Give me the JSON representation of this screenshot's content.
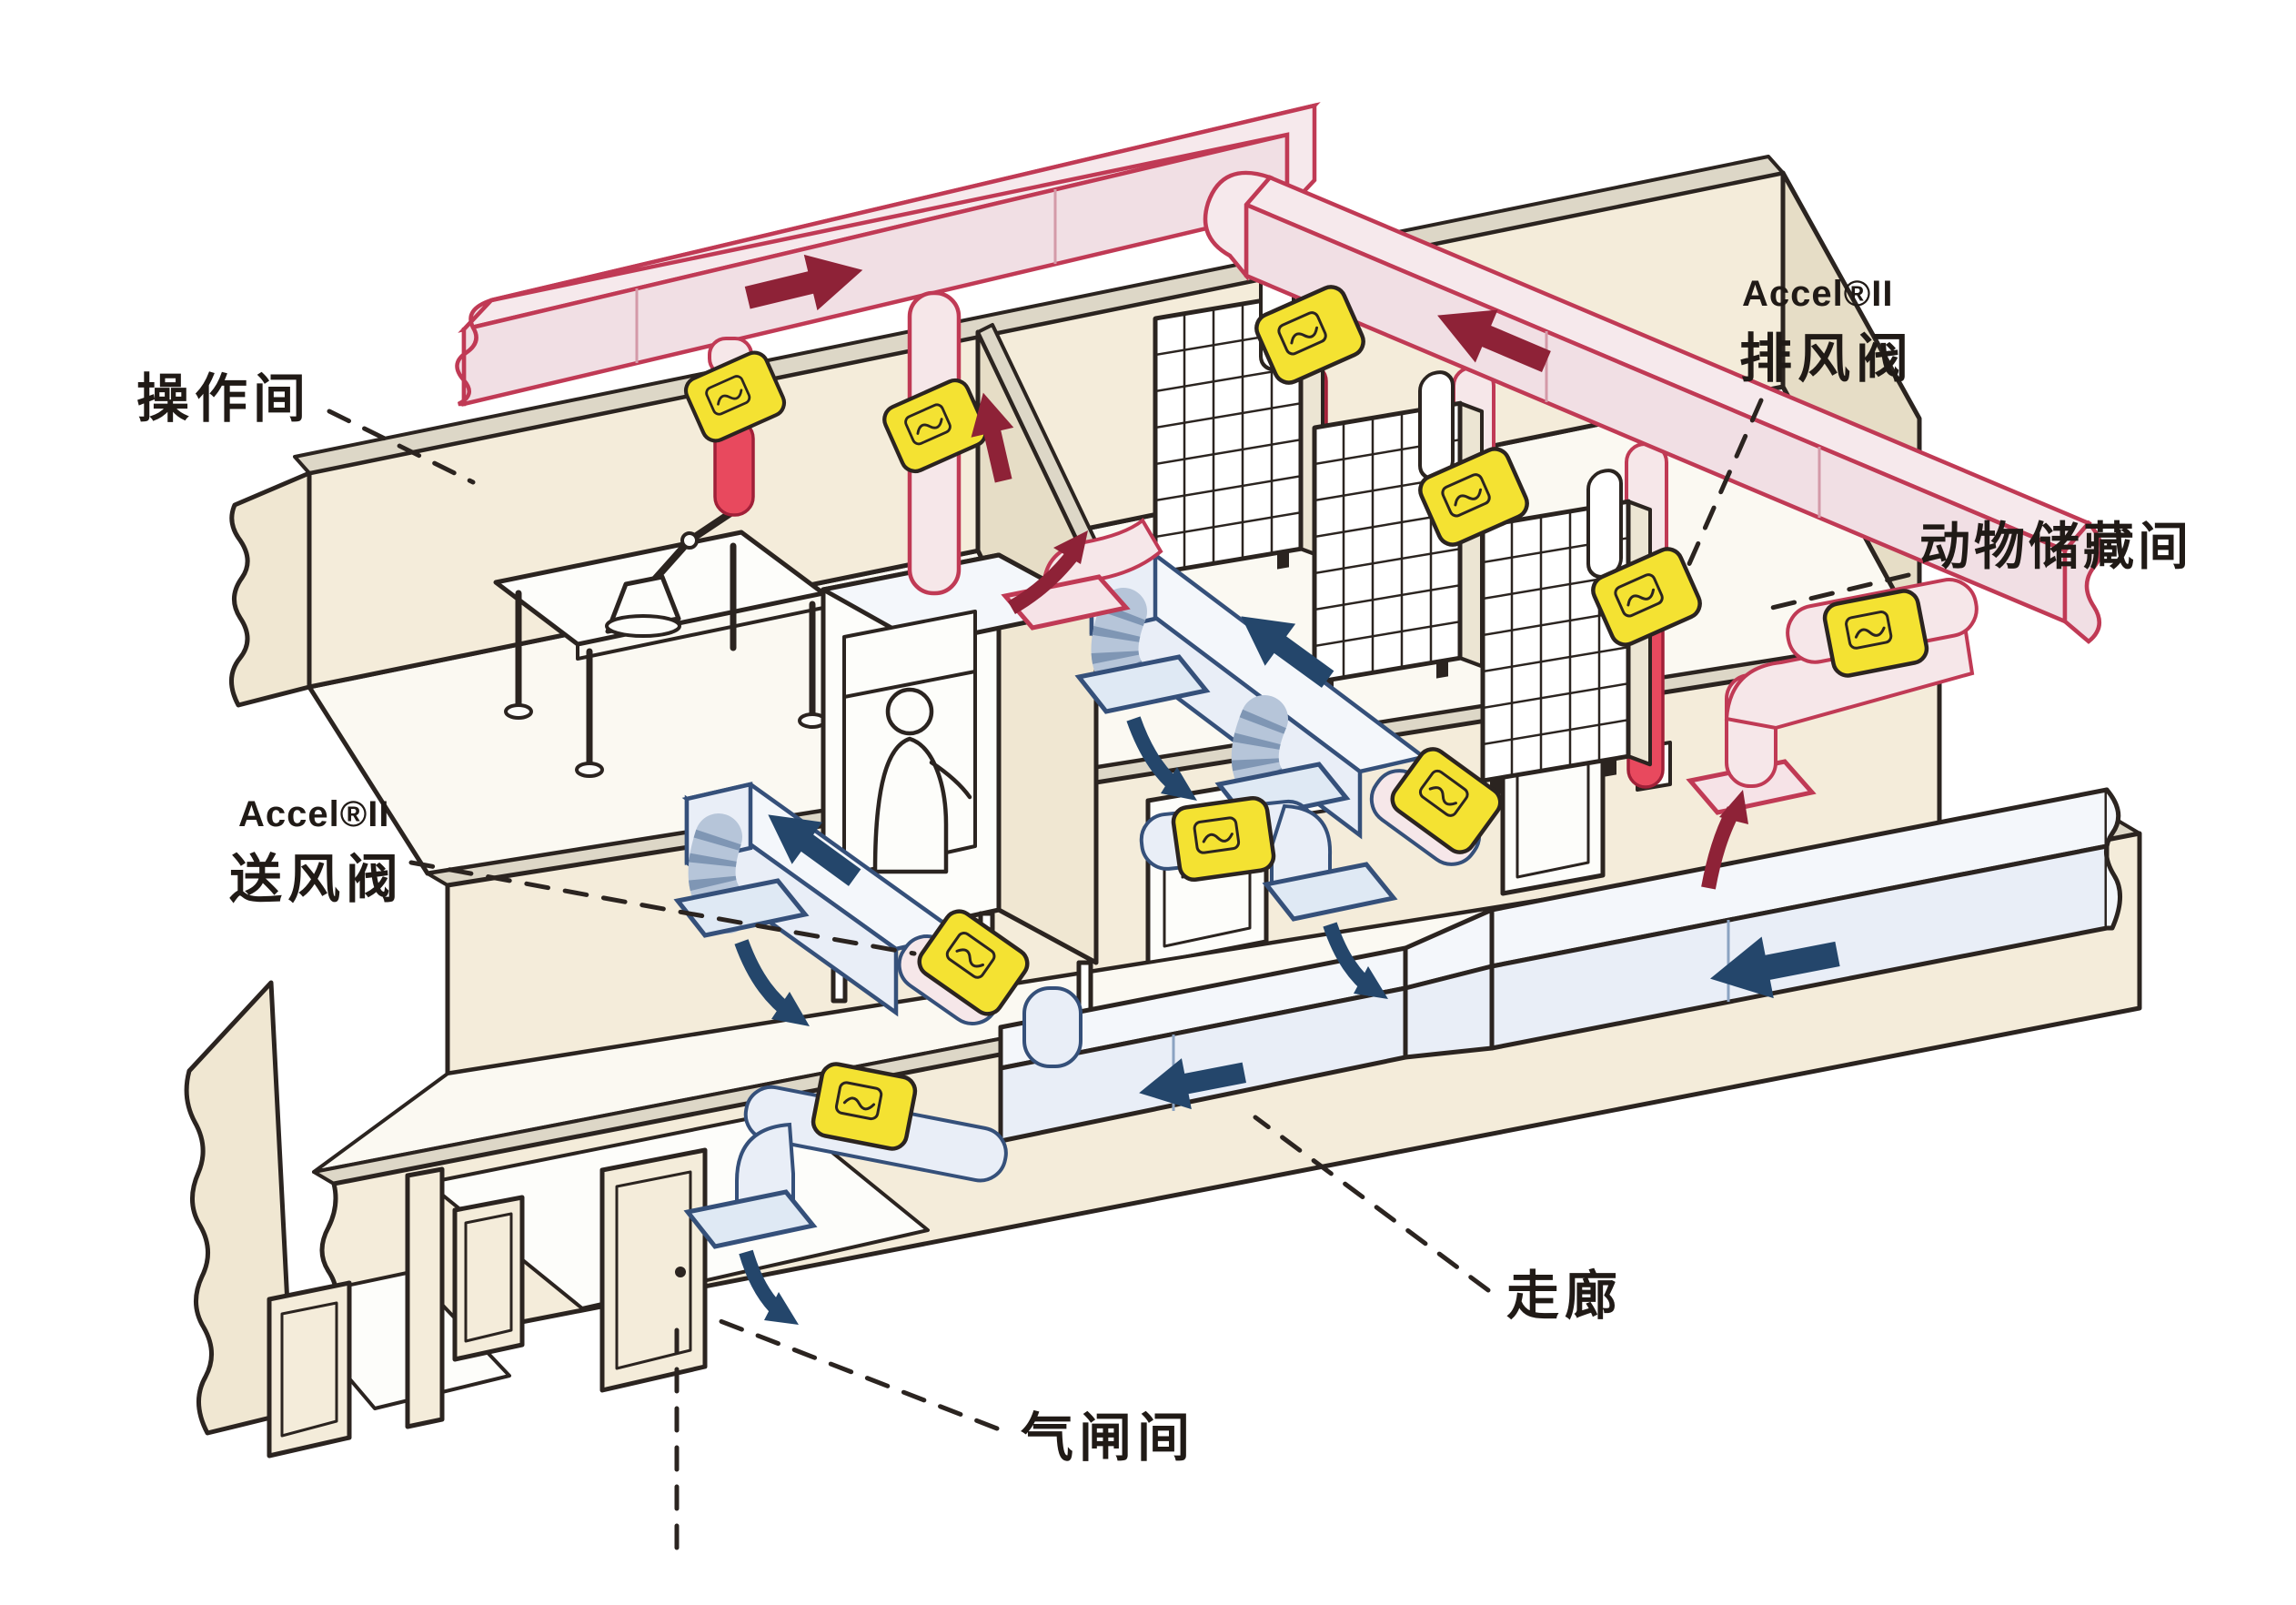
{
  "diagram": {
    "labels": {
      "operation_room": "操作间",
      "exhaust_valve_brand": "Accel®II",
      "exhaust_valve_name": "排风阀",
      "animal_storage_room": "动物储藏间",
      "supply_valve_brand": "Accel®II",
      "supply_valve_name": "送风阀",
      "corridor": "走廊",
      "airlock_room": "气闸间"
    },
    "colors": {
      "exhaust_outline": "#c03a55",
      "exhaust_duct_fill": "#f6e9ec",
      "exhaust_pipe_red": "#e8495e",
      "exhaust_arrow": "#8e2237",
      "supply_duct_fill": "#e9eef7",
      "supply_outline": "#35507a",
      "supply_arrow": "#24466b",
      "valve_yellow": "#f4e232",
      "wall_cream": "#f4ecda",
      "wall_shadow": "#e6ddc6",
      "ink": "#2b2420",
      "background": "#ffffff"
    }
  }
}
